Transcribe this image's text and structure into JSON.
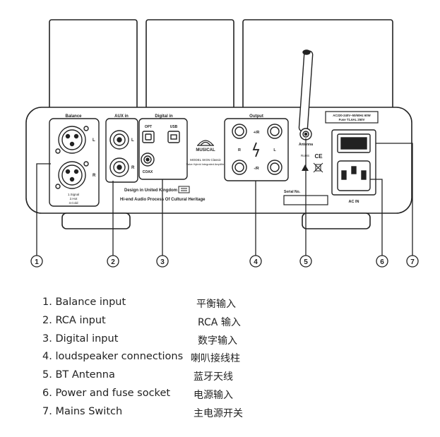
{
  "panel": {
    "balance_label": "Balance",
    "balance_l": "L",
    "balance_r": "R",
    "balance_note_1": "1.Signal",
    "balance_note_2": "2.Hot",
    "balance_note_3": "3.Cold",
    "aux_label": "AUX in",
    "aux_l": "L",
    "aux_r": "R",
    "digital_label": "Digital in",
    "opt_label": "OPT",
    "usb_label": "USB",
    "coax_label": "COAX",
    "output_label": "Output",
    "out_plus_r": "+/R",
    "out_minus_r": "-/R",
    "out_r": "R",
    "out_l": "L",
    "antenna_label": "Antenna",
    "ac_rating_1": "AC220-240V~50/60Hz 60W",
    "ac_rating_2": "Fuse T1.6AL 250V",
    "bt_label": "RoHS",
    "ce_label": "CE",
    "ac_in_label": "AC IN",
    "serial_label": "Serial No.",
    "brand_line_1": "MODEL SIGN Classic",
    "brand_line_2": "Valve Hybrid Integrated Amplifier",
    "design_line": "Design in United Kingdom",
    "heritage_line": "Hi-end Audio Process Of Cultural Heritage",
    "logo_text": "MUSICAL"
  },
  "callouts": [
    "1",
    "2",
    "3",
    "4",
    "5",
    "6",
    "7"
  ],
  "legend": [
    {
      "en": "1. Balance input",
      "zh": "平衡输入"
    },
    {
      "en": "2. RCA input",
      "zh": "RCA 输入"
    },
    {
      "en": "3. Digital input",
      "zh": "数字输入"
    },
    {
      "en": "4. loudspeaker connections",
      "zh": "喇叭接线柱"
    },
    {
      "en": "5. BT Antenna",
      "zh": "蓝牙天线"
    },
    {
      "en": "6. Power and fuse socket",
      "zh": "电源输入"
    },
    {
      "en": "7. Mains Switch",
      "zh": "主电源开关"
    }
  ]
}
